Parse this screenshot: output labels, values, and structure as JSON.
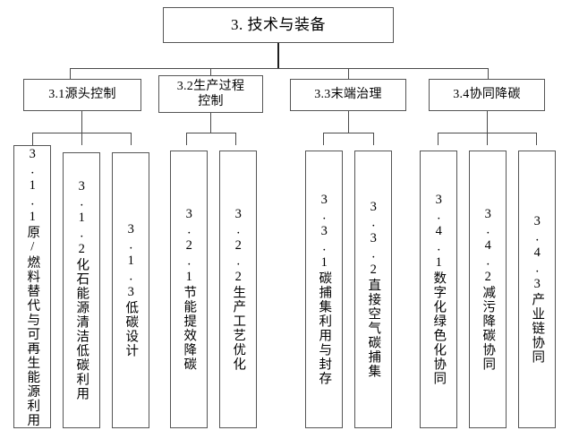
{
  "diagram": {
    "title": "3. 技术与装备",
    "root": {
      "label": "3. 技术与装备"
    },
    "categories": [
      {
        "id": "3.1",
        "label": "3.1源头控制"
      },
      {
        "id": "3.2",
        "label_line1": "3.2生产过程",
        "label_line2": "控制"
      },
      {
        "id": "3.3",
        "label": "3.3末端治理"
      },
      {
        "id": "3.4",
        "label": "3.4协同降碳"
      }
    ],
    "leaves": {
      "g1": [
        {
          "id": "3.1.1",
          "label": "3.1.1原/燃料替代与可再生能源利用"
        },
        {
          "id": "3.1.2",
          "label": "3.1.2化石能源清洁低碳利用"
        },
        {
          "id": "3.1.3",
          "label": "3.1.3低碳设计"
        }
      ],
      "g2": [
        {
          "id": "3.2.1",
          "label": "3.2.1节能提效降碳"
        },
        {
          "id": "3.2.2",
          "label": "3.2.2生产工艺优化"
        }
      ],
      "g3": [
        {
          "id": "3.3.1",
          "label": "3.3.1碳捕集利用与封存"
        },
        {
          "id": "3.3.2",
          "label": "3.3.2直接空气碳捕集"
        }
      ],
      "g4": [
        {
          "id": "3.4.1",
          "label": "3.4.1数字化绿色化协同"
        },
        {
          "id": "3.4.2",
          "label": "3.4.2减污降碳协同"
        },
        {
          "id": "3.4.3",
          "label": "3.4.3产业链协同"
        }
      ]
    },
    "colors": {
      "border": "#555555",
      "connector": "#4a4a4a",
      "background": "#ffffff",
      "text": "#000000"
    }
  }
}
